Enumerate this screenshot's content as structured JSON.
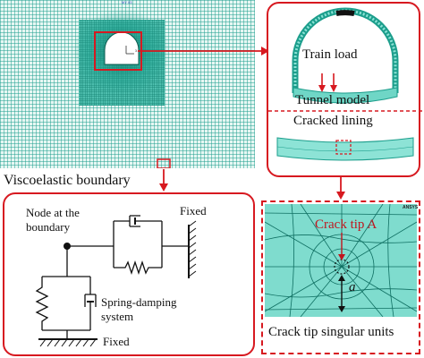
{
  "mesh_panel": {
    "header_text": "MY 03"
  },
  "tunnel_panel": {
    "train_load_label": "Train load",
    "tunnel_model_label": "Tunnel model",
    "cracked_lining_label": "Cracked lining"
  },
  "viscoelastic": {
    "title": "Viscoelastic boundary",
    "node_label_line1": "Node at the",
    "node_label_line2": "boundary",
    "fixed_top_label": "Fixed",
    "fixed_bottom_label": "Fixed",
    "spring_label_line1": "Spring-damping",
    "spring_label_line2": "system"
  },
  "crack_panel": {
    "ansys_label": "ANSYS",
    "crack_tip_label": "Crack tip A",
    "dimension_label": "a",
    "caption": "Crack tip singular units"
  },
  "colors": {
    "mesh": "#1c9e8c",
    "mesh_light": "#8de3d6",
    "mesh_fill": "#6fd6c6",
    "frame_red": "#d71920",
    "crack_text": "#c0161e"
  }
}
